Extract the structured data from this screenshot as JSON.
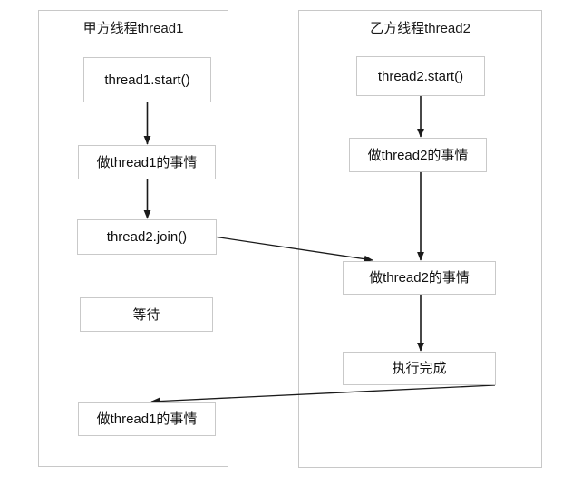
{
  "diagram": {
    "type": "flowchart",
    "title_visible": false,
    "colors": {
      "background": "#ffffff",
      "lane_border": "#c8c8c8",
      "node_border": "#c9c9c9",
      "node_fill": "#ffffff",
      "edge": "#1a1a1a",
      "text": "#111111"
    },
    "lanes": [
      {
        "id": "lane-thread1",
        "title": "甲方线程thread1",
        "nodes": [
          {
            "id": "t1-start",
            "label": "thread1.start()"
          },
          {
            "id": "t1-work-1",
            "label": "做thread1的事情"
          },
          {
            "id": "t1-join",
            "label": "thread2.join()"
          },
          {
            "id": "t1-wait",
            "label": "等待"
          },
          {
            "id": "t1-work-2",
            "label": "做thread1的事情"
          }
        ]
      },
      {
        "id": "lane-thread2",
        "title": "乙方线程thread2",
        "nodes": [
          {
            "id": "t2-start",
            "label": "thread2.start()"
          },
          {
            "id": "t2-work-1",
            "label": "做thread2的事情"
          },
          {
            "id": "t2-work-2",
            "label": "做thread2的事情"
          },
          {
            "id": "t2-done",
            "label": "执行完成"
          }
        ]
      }
    ],
    "edges": [
      {
        "id": "e1",
        "from": "t1-start",
        "to": "t1-work-1",
        "style": "arrow"
      },
      {
        "id": "e2",
        "from": "t1-work-1",
        "to": "t1-join",
        "style": "arrow"
      },
      {
        "id": "e3",
        "from": "t2-start",
        "to": "t2-work-1",
        "style": "arrow"
      },
      {
        "id": "e4",
        "from": "t2-work-1",
        "to": "t2-work-2",
        "style": "arrow"
      },
      {
        "id": "e5",
        "from": "t2-work-2",
        "to": "t2-done",
        "style": "arrow"
      },
      {
        "id": "e6",
        "from": "t1-join",
        "to": "t2-work-2",
        "style": "arrow"
      },
      {
        "id": "e7",
        "from": "t2-done",
        "to": "t1-work-2",
        "style": "arrow"
      }
    ]
  }
}
